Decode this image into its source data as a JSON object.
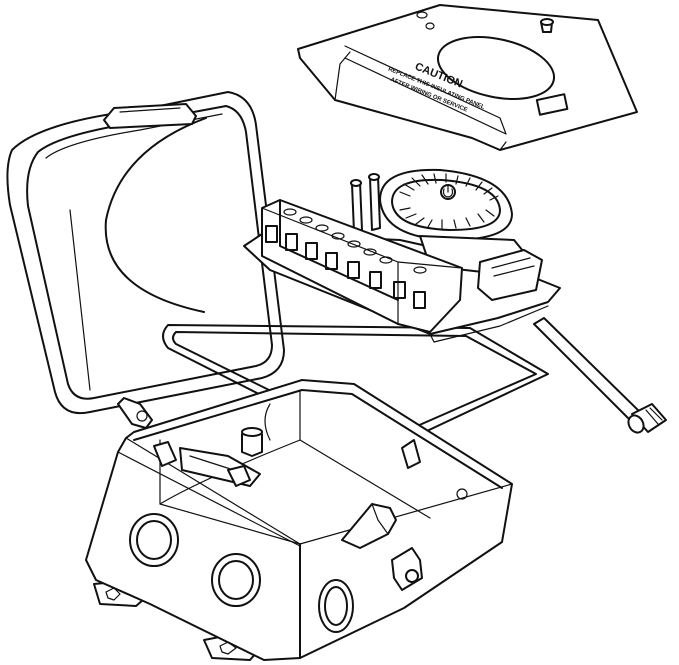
{
  "figure": {
    "cover_plate": {
      "warning_heading": "CAUTION",
      "warning_lines": [
        "REPLACE THIS INSULATING PANEL",
        "AFTER WIRING OR SERVICE"
      ]
    }
  }
}
